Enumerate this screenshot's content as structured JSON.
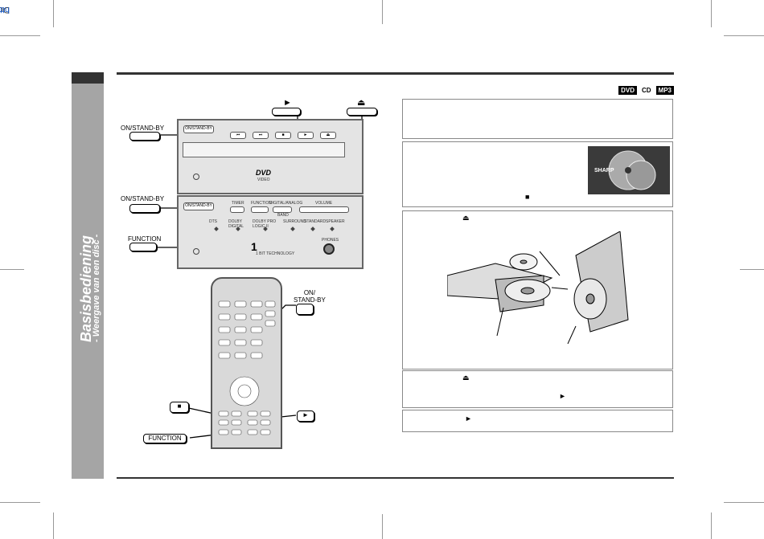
{
  "watermark": {
    "prefix": "Downloaded from: ",
    "url": "http://www.usersmanualguide.com/"
  },
  "sidebar": {
    "title": "Basisbediening",
    "subtitle": "- Weergave van een disc -"
  },
  "logos": [
    {
      "text": "DVD",
      "style": "inv"
    },
    {
      "text": "CD",
      "style": "plain"
    },
    {
      "text": "MP3",
      "style": "inv"
    }
  ],
  "callouts": {
    "on_standby_top": "ON/STAND-BY",
    "on_standby_mid": "ON/STAND-BY",
    "function_left": "FUNCTION",
    "on_standby_remote": "ON/\nSTAND-BY",
    "function_remote": "FUNCTION",
    "play_symbol": "►",
    "eject_symbol": "⏏",
    "stop_symbol": "■"
  },
  "unit_top": {
    "on_stand_by": "ON/STAND-BY",
    "dvd_logo": "DVD",
    "video": "VIDEO"
  },
  "unit_bottom": {
    "on_stand_by": "ON/STAND-BY",
    "timer": "TIMER",
    "function": "FUNCTION",
    "digital_analog": "DIGITAL/ANALOG",
    "band": "BAND",
    "volume": "VOLUME",
    "indicators": [
      "DTS",
      "DOLBY DIGITAL",
      "DOLBY PRO LOGIC II",
      "SURROUND",
      "STANDARD",
      "SPEAKER"
    ],
    "brand": "1 BIT TECHNOLOGY",
    "phones": "PHONES"
  },
  "steps": {
    "s3": {
      "eject": "⏏"
    },
    "s4": {
      "eject": "⏏",
      "play": "►"
    },
    "s5": {
      "play": "►"
    },
    "s2": {
      "stop": "■"
    }
  },
  "photo": {
    "brand": "SHARP"
  },
  "colors": {
    "sidebar": "#a5a5a5",
    "link": "#1a5fd0",
    "rule": "#333333"
  }
}
